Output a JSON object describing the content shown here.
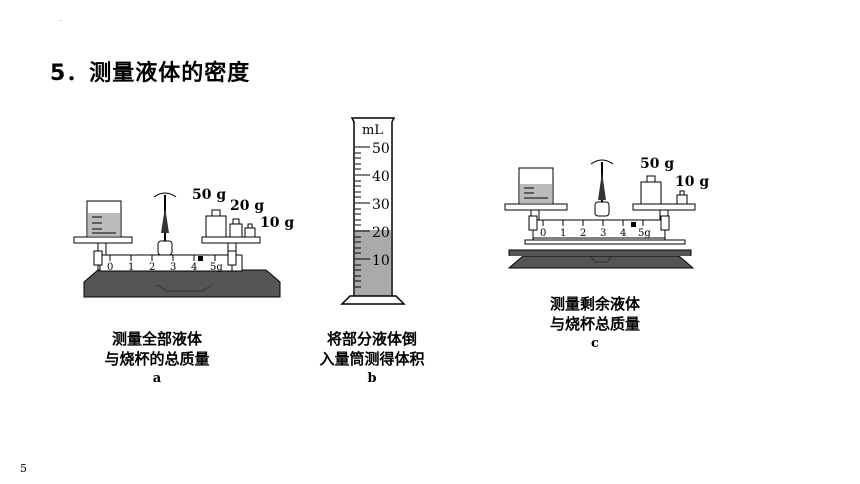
{
  "heading": "5．测量液体的密度",
  "page_number": "5",
  "figure_a": {
    "caption_line1": "测量全部液体",
    "caption_line2": "与烧杯的总质量",
    "letter": "a",
    "weights": [
      "50 g",
      "20 g",
      "10 g"
    ],
    "scale_ticks": [
      "0",
      "1",
      "2",
      "3",
      "4",
      "5g"
    ]
  },
  "figure_b": {
    "caption_line1": "将部分液体倒",
    "caption_line2": "入量筒测得体积",
    "letter": "b",
    "unit": "mL",
    "ticks": [
      "50",
      "40",
      "30",
      "20",
      "10"
    ],
    "liquid_level_ml": 20
  },
  "figure_c": {
    "caption_line1": "测量剩余液体",
    "caption_line2": "与烧杯总质量",
    "letter": "c",
    "weights": [
      "50 g",
      "10 g"
    ],
    "scale_ticks": [
      "0",
      "1",
      "2",
      "3",
      "4",
      "5g"
    ]
  }
}
